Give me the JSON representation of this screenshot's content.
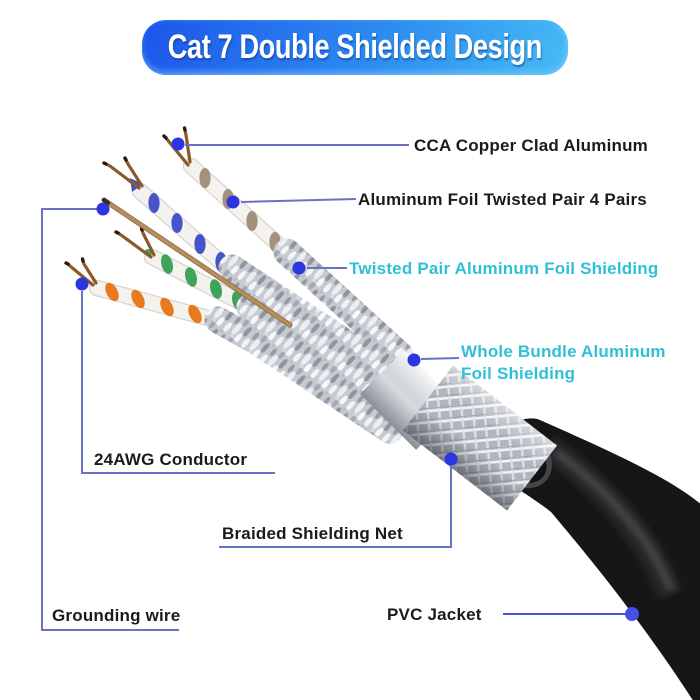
{
  "title": {
    "text": "Cat 7 Double Shielded Design"
  },
  "callouts": {
    "cca": {
      "label": "CCA Copper Clad Aluminum"
    },
    "foil_pairs": {
      "label": "Aluminum Foil Twisted Pair 4 Pairs"
    },
    "tp_foil": {
      "label": "Twisted Pair Aluminum Foil Shielding"
    },
    "bundle_foil": {
      "line1": "Whole Bundle Aluminum",
      "line2": "Foil Shielding"
    },
    "conductor": {
      "label": "24AWG Conductor"
    },
    "braid": {
      "label": "Braided Shielding Net"
    },
    "grounding": {
      "label": "Grounding wire"
    },
    "jacket": {
      "label": "PVC Jacket"
    }
  },
  "colors": {
    "banner_grad_start": "#1c55ea",
    "banner_grad_mid": "#2d8bf1",
    "banner_grad_end": "#45bdf5",
    "title_text": "#ffffff",
    "label_text": "#1b1b1b",
    "cyan_label": "#2fc0d8",
    "leader_line": "#6a72c4",
    "leader_line_bright": "#4550e5",
    "callout_dot": "#2b36e0",
    "pair_brown": "#a5917b",
    "pair_blue": "#4753c8",
    "pair_green": "#3fa35a",
    "pair_orange": "#e8791f",
    "wire_white": "#f4f2ee",
    "copper": "#8a5a2c",
    "grounding_wire": "#b68e5c",
    "foil_base": "#c6cad1",
    "jacket_black": "#161616"
  }
}
